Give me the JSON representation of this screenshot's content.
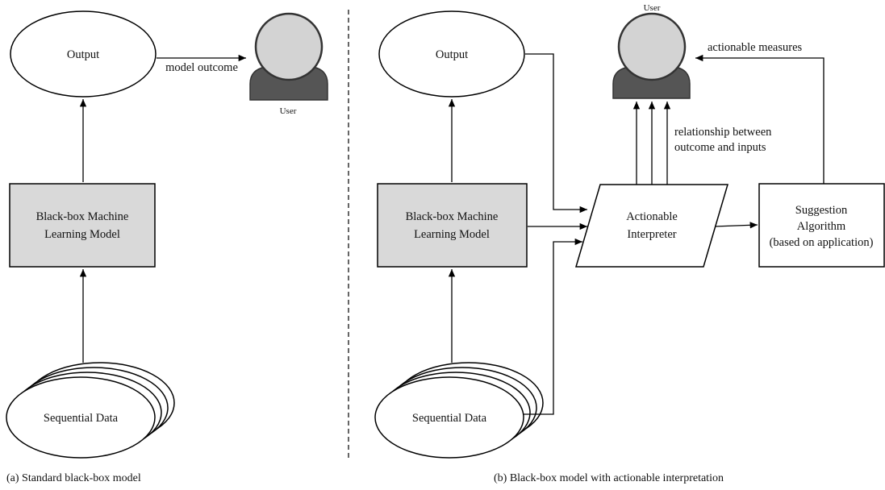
{
  "panel_a": {
    "output": "Output",
    "model_line1": "Black-box Machine",
    "model_line2": "Learning Model",
    "data": "Sequential Data",
    "edge_model_outcome": "model outcome",
    "user": "User",
    "caption": "(a) Standard black-box model"
  },
  "panel_b": {
    "output": "Output",
    "model_line1": "Black-box Machine",
    "model_line2": "Learning Model",
    "data": "Sequential Data",
    "interpreter_line1": "Actionable",
    "interpreter_line2": "Interpreter",
    "suggestion_line1": "Suggestion",
    "suggestion_line2": "Algorithm",
    "suggestion_line3": "(based on application)",
    "edge_actionable_measures": "actionable measures",
    "edge_relationship_line1": "relationship between",
    "edge_relationship_line2": "outcome and inputs",
    "user": "User",
    "caption": "(b) Black-box model with actionable interpretation"
  }
}
